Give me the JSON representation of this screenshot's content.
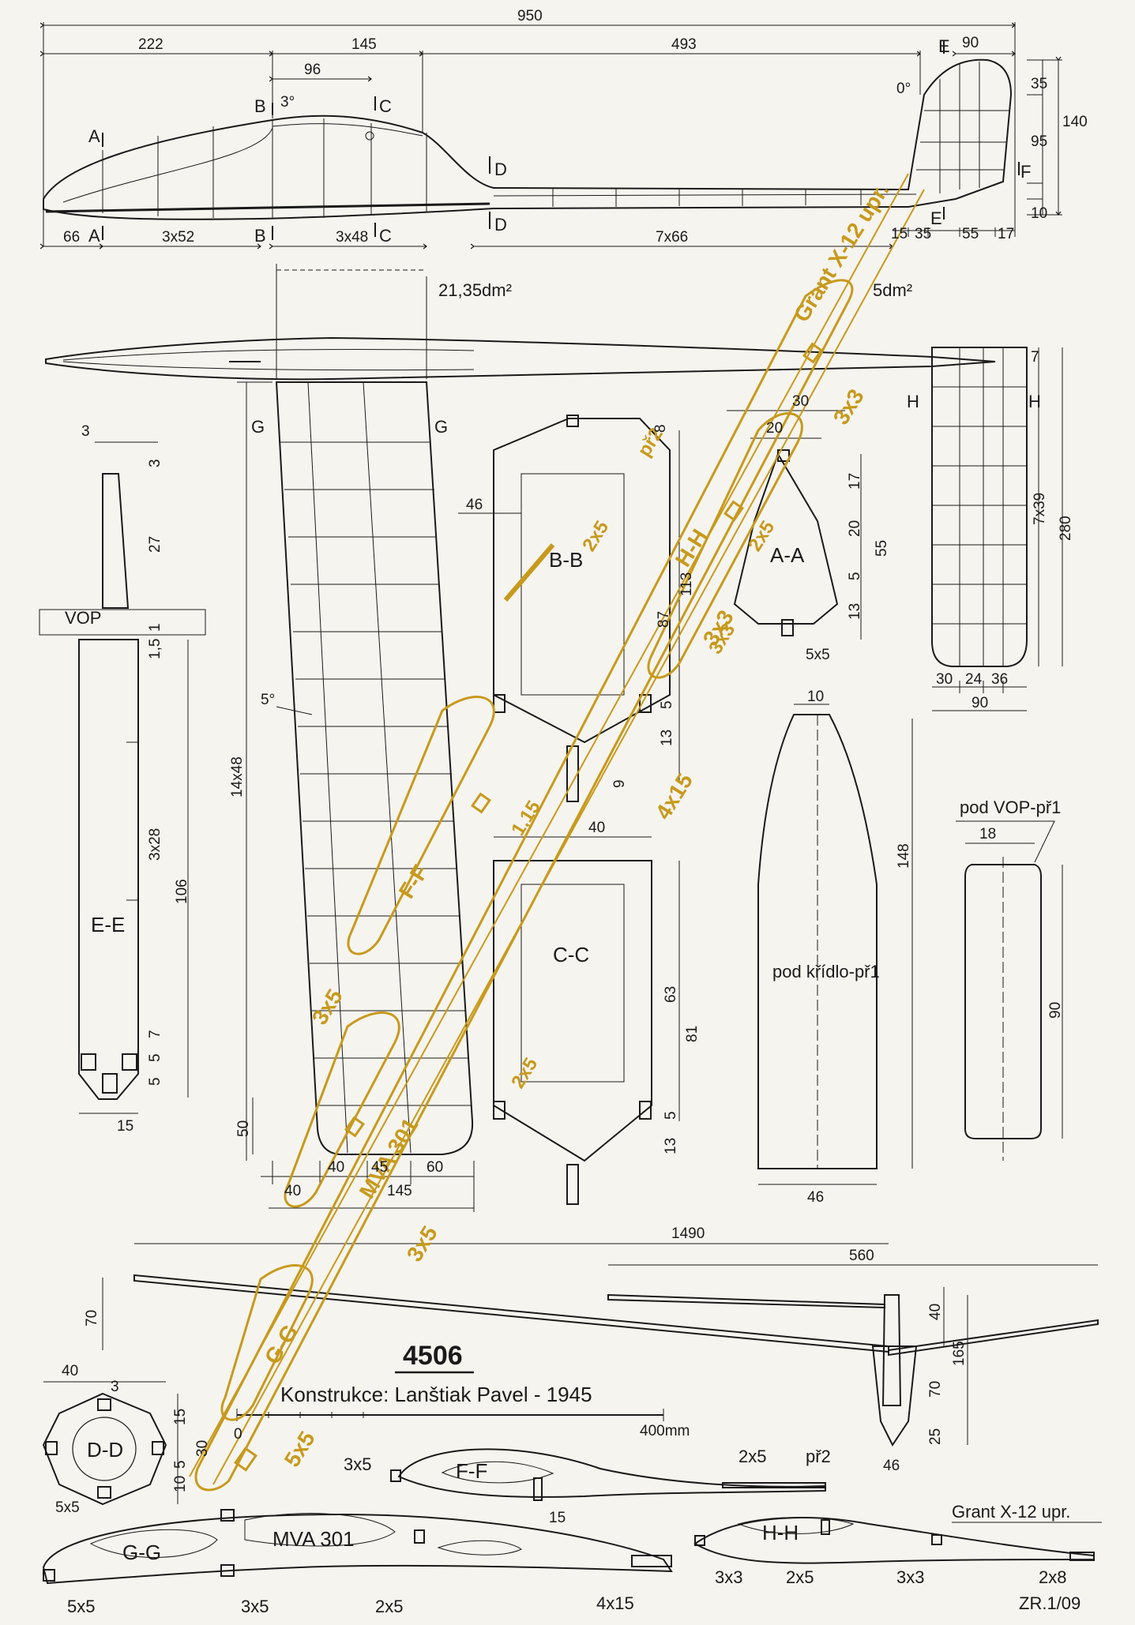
{
  "model_number": "4506",
  "credit": "Konstrukce: Lanštiak Pavel - 1945",
  "scale": {
    "start": "0",
    "end": "400mm"
  },
  "page_ref": "ZR.1/09",
  "areas": {
    "wing": "21,35dm²",
    "stabilizer": "5dm²"
  },
  "fuselage_dims": {
    "total": "950",
    "nose": "222",
    "mid": "145",
    "tail": "493",
    "canopy": "96",
    "angle_b": "3°",
    "fin_top": "90",
    "fin_angle": "0°",
    "nose_bottom": "66",
    "frames_front": "3x52",
    "frames_mid": "3x48",
    "frames_tail": "7x66",
    "fin_h1": "35",
    "fin_h2": "95",
    "fin_h3": "10",
    "fin_total": "140",
    "fin_w1": "15",
    "fin_w2": "35",
    "fin_w3": "55",
    "fin_w4": "17"
  },
  "section_letters": {
    "a": "A",
    "b": "B",
    "c": "C",
    "d": "D",
    "e": "E",
    "f": "F",
    "g": "G",
    "h": "H"
  },
  "wing_dims": {
    "span_ribs": "14x48",
    "root_w": "50",
    "d1": "40",
    "d2": "40",
    "d3": "45",
    "d4": "60",
    "d5": "145",
    "dihedral": "5°"
  },
  "stab_dims": {
    "ribs": "7x39",
    "span": "280",
    "c1": "30",
    "c2": "24",
    "c3": "36",
    "chord": "90",
    "tip": "7"
  },
  "sections": {
    "bb": "B-B",
    "bb_dims": [
      "46",
      "8",
      "113",
      "87",
      "5",
      "13",
      "9"
    ],
    "cc": "C-C",
    "cc_dims": [
      "40",
      "63",
      "81",
      "5",
      "13"
    ],
    "aa": "A-A",
    "aa_dims": [
      "30",
      "20",
      "17",
      "20",
      "55",
      "5",
      "13",
      "5x5"
    ],
    "ee": "E-E",
    "ee_dims": [
      "3",
      "3",
      "27",
      "1",
      "1,5",
      "3x28",
      "106",
      "7",
      "5",
      "5",
      "15"
    ],
    "vop": "VOP",
    "dd": "D-D",
    "dd_dims": [
      "40",
      "3",
      "15",
      "30",
      "10",
      "5",
      "5x5"
    ]
  },
  "templates": {
    "wing_mount": "pod křídlo-př1",
    "wing_mount_dims": [
      "10",
      "148",
      "46"
    ],
    "stab_mount": "pod VOP-př1",
    "stab_mount_dims": [
      "18",
      "90"
    ]
  },
  "three_view": {
    "span": "1490",
    "stab_span": "560",
    "h1": "70",
    "h2": "40",
    "h3": "165",
    "h4": "70",
    "h5": "25",
    "h6": "46"
  },
  "airfoils": {
    "ff": "F-F",
    "ff_parts": [
      "3x5",
      "2x5",
      "př2",
      "15"
    ],
    "gg": "G-G",
    "gg_profile": "MVA 301",
    "gg_parts": [
      "5x5",
      "3x5",
      "2x5",
      "4x15"
    ],
    "hh": "H-H",
    "hh_profile": "Grant X-12 upr.",
    "hh_parts": [
      "3x3",
      "2x5",
      "3x3",
      "2x8"
    ]
  },
  "overlay": {
    "profile": "Grant X-12 upr.",
    "p1": "3x3",
    "p2": "př2",
    "p3": "2x5",
    "p4": "H-H",
    "p5": "2x5",
    "p6": "3x3",
    "p7": "4x15",
    "p8": "1,15",
    "p9": "F-F",
    "p10": "3x5",
    "p11": "2x5",
    "p12": "MVA 301",
    "p13": "3x5",
    "p14": "G-G",
    "p15": "5x5",
    "p16": "3x3"
  },
  "colors": {
    "ink": "#1a1a1a",
    "gold": "#c79a1c",
    "paper": "#f6f4ef"
  }
}
